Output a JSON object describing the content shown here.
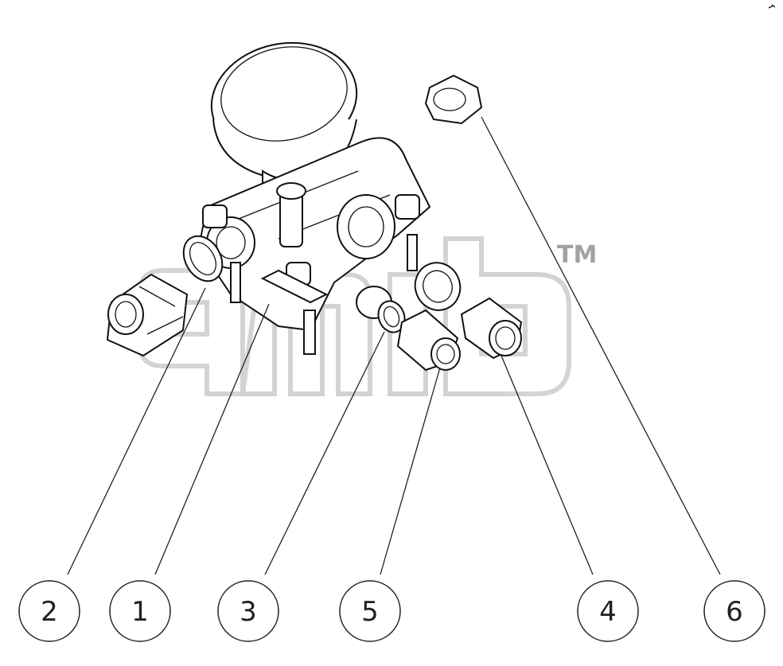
{
  "watermark": {
    "trademark": "TM"
  },
  "callouts": [
    {
      "label": "2"
    },
    {
      "label": "1"
    },
    {
      "label": "3"
    },
    {
      "label": "5"
    },
    {
      "label": "4"
    },
    {
      "label": "6"
    }
  ],
  "colors": {
    "ink": "#111111",
    "watermark": "#cfcfcf",
    "background": "#ffffff"
  }
}
